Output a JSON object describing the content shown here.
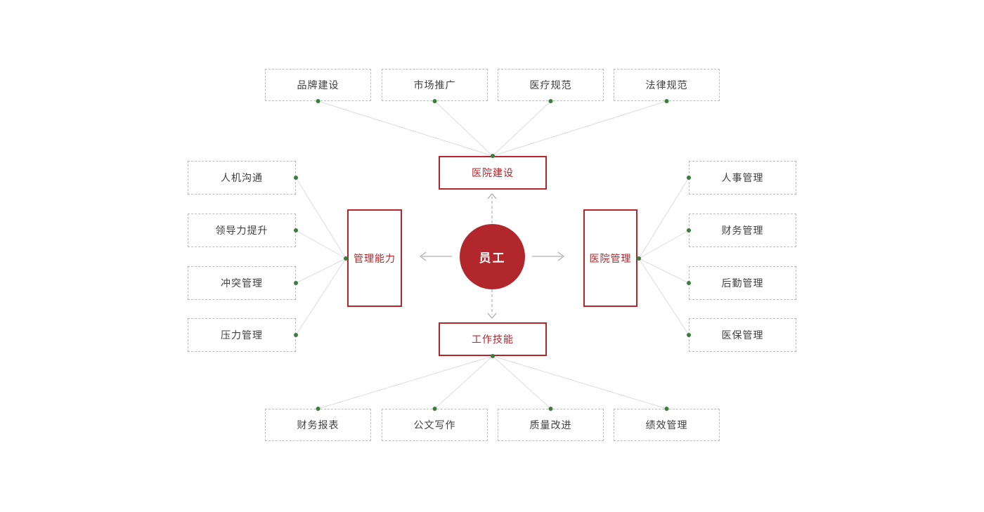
{
  "colors": {
    "accent_red": "#b4262b",
    "circle_red": "#b2272c",
    "node_text": "#404040",
    "dot_green": "#3a7d3c",
    "dashed_box_border": "#bdbdbd",
    "connector_line": "#dcdcdc",
    "arrow_gray": "#9e9e9e"
  },
  "diagram": {
    "center": {
      "label": "员工"
    },
    "branches": [
      {
        "label": "医院建设",
        "position": "top",
        "link_style": "dashed-arrow",
        "leaves": [
          "品牌建设",
          "市场推广",
          "医疗规范",
          "法律规范"
        ]
      },
      {
        "label": "管理能力",
        "position": "left",
        "link_style": "solid-arrow",
        "leaves": [
          "人机沟通",
          "领导力提升",
          "冲突管理",
          "压力管理"
        ]
      },
      {
        "label": "医院管理",
        "position": "right",
        "link_style": "solid-arrow",
        "leaves": [
          "人事管理",
          "财务管理",
          "后勤管理",
          "医保管理"
        ]
      },
      {
        "label": "工作技能",
        "position": "bottom",
        "link_style": "dashed-arrow",
        "leaves": [
          "财务报表",
          "公文写作",
          "质量改进",
          "绩效管理"
        ]
      }
    ]
  }
}
